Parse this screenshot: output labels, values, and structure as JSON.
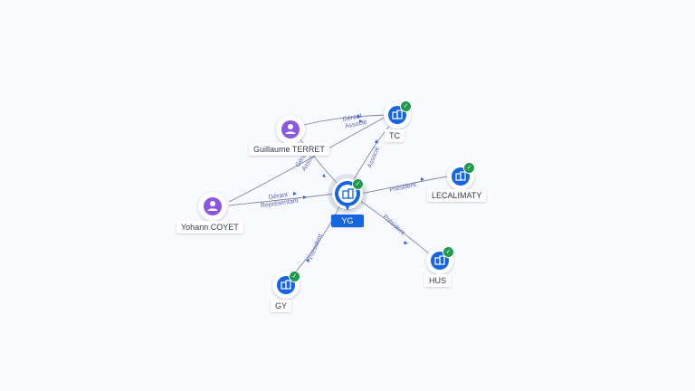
{
  "nodes": {
    "yg": {
      "label": "YG",
      "type": "company",
      "icon": "building-icon",
      "verified": true
    },
    "tc": {
      "label": "TC",
      "type": "company",
      "icon": "building-icon",
      "verified": true
    },
    "lecalimaty": {
      "label": "LECALIMATY",
      "type": "company",
      "icon": "building-icon",
      "verified": true
    },
    "hus": {
      "label": "HUS",
      "type": "company",
      "icon": "building-icon",
      "verified": true
    },
    "gy": {
      "label": "GY",
      "type": "company",
      "icon": "building-icon",
      "verified": true
    },
    "guillaume": {
      "label": "Guillaume TERRET",
      "type": "person",
      "icon": "person-icon"
    },
    "yohann": {
      "label": "Yohann COYET",
      "type": "person",
      "icon": "person-icon"
    }
  },
  "edges": {
    "guillaume_tc": {
      "line1": "Gérant",
      "line2": "Associé"
    },
    "guillaume_yg": {
      "line1": "Gérant",
      "line2": "Associé"
    },
    "yohann_yg": {
      "line1": "Gérant",
      "line2": "Représentant"
    },
    "yg_tc": {
      "line1": "Associé"
    },
    "yg_lecalimaty": {
      "line1": "Président"
    },
    "yg_hus": {
      "line1": "Président"
    },
    "yg_gy": {
      "line1": "Président"
    }
  },
  "colors": {
    "company": "#1565e0",
    "person": "#8a58e0",
    "verified": "#1f9a4a",
    "edge": "#7d86a6",
    "edge_label": "#5a63b8"
  }
}
